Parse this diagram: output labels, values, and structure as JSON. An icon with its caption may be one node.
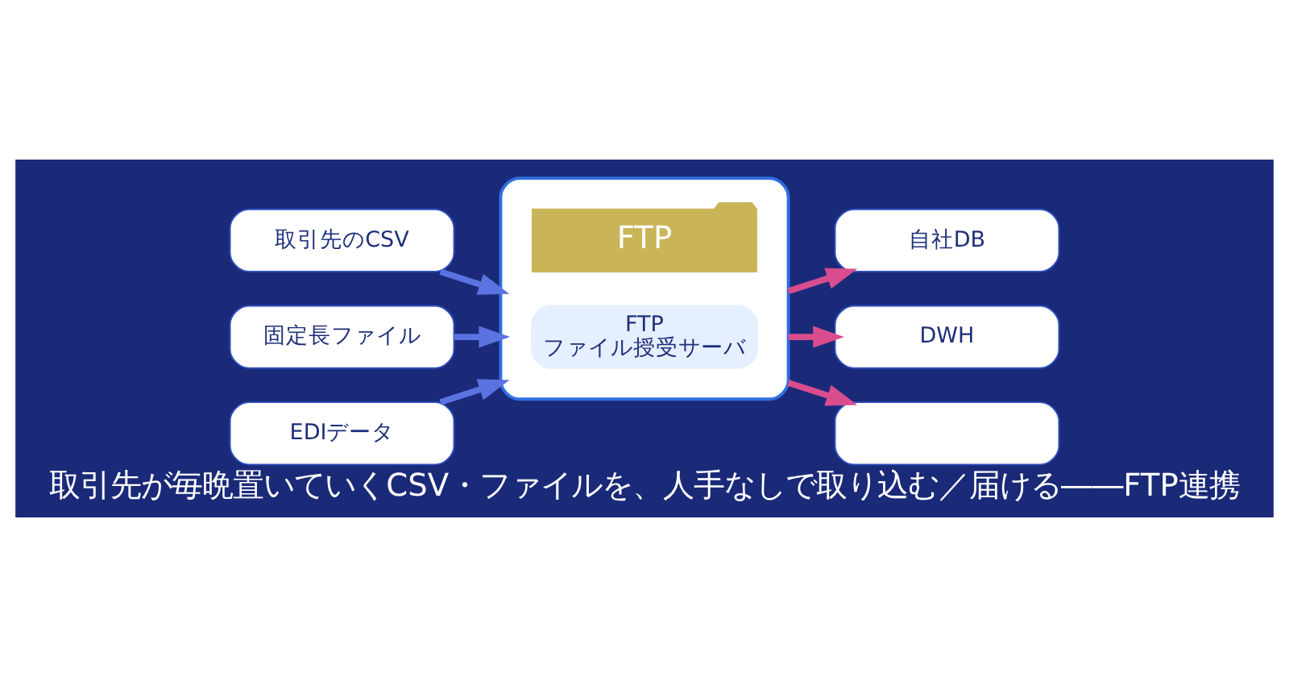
{
  "diagram": {
    "caption": "取引先が毎晩置いていくCSV・ファイルを、人手なしで取り込む／届ける――FTP連携",
    "nodes": [
      {
        "text": [
          "取引先のCSV"
        ]
      },
      {
        "text": [
          "固定長ファイル"
        ]
      },
      {
        "text": [
          "EDIデータ"
        ]
      },
      {
        "text": [],
        "shape": "box"
      },
      {
        "text": [
          "FTP"
        ],
        "in": 3
      },
      {
        "text": [
          "FTP",
          "ファイル授受サーバ"
        ],
        "in": 3
      },
      {
        "text": [
          "自社DB"
        ]
      },
      {
        "text": [
          "DWH"
        ]
      },
      {
        "text": [],
        "shape": "box"
      }
    ],
    "edges": [
      {
        "from": 0,
        "to": 3,
        "arrow": "to"
      },
      {
        "from": 1,
        "to": 3,
        "arrow": "to"
      },
      {
        "from": 2,
        "to": 3,
        "arrow": "to"
      },
      {
        "from": 3,
        "to": 6,
        "arrow": "to",
        "color": "#d94d8f"
      },
      {
        "from": 3,
        "to": 7,
        "arrow": "to",
        "color": "#d94d8f"
      },
      {
        "from": 3,
        "to": 8,
        "arrow": "to",
        "color": "#d94d8f"
      }
    ]
  }
}
